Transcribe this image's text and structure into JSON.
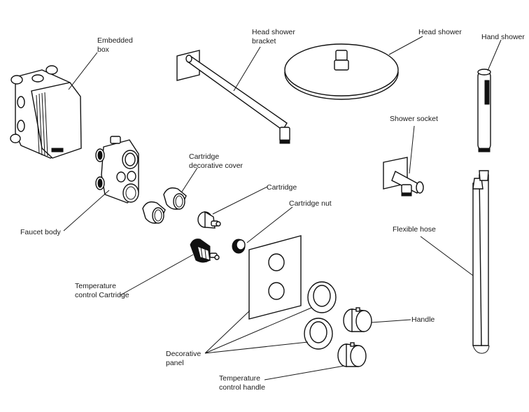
{
  "diagram": {
    "title": "Shower system exploded parts diagram",
    "line_color": "#111111",
    "background": "#ffffff",
    "labels": {
      "embedded_box": "Embedded\nbox",
      "head_shower_bracket": "Head shower\nbracket",
      "head_shower": "Head shower",
      "hand_shower": "Hand shower",
      "shower_socket": "Shower socket",
      "cartridge_decorative_cover": "Cartridge\ndecorative cover",
      "cartridge": "Cartridge",
      "cartridge_nut": "Cartridge nut",
      "faucet_body": "Faucet body",
      "flexible_hose": "Flexible hose",
      "temperature_control_cartridge": "Temperature\ncontrol Cartridge",
      "handle": "Handle",
      "decorative_panel": "Decorative\npanel",
      "temperature_control_handle": "Temperature\ncontrol handle"
    }
  }
}
